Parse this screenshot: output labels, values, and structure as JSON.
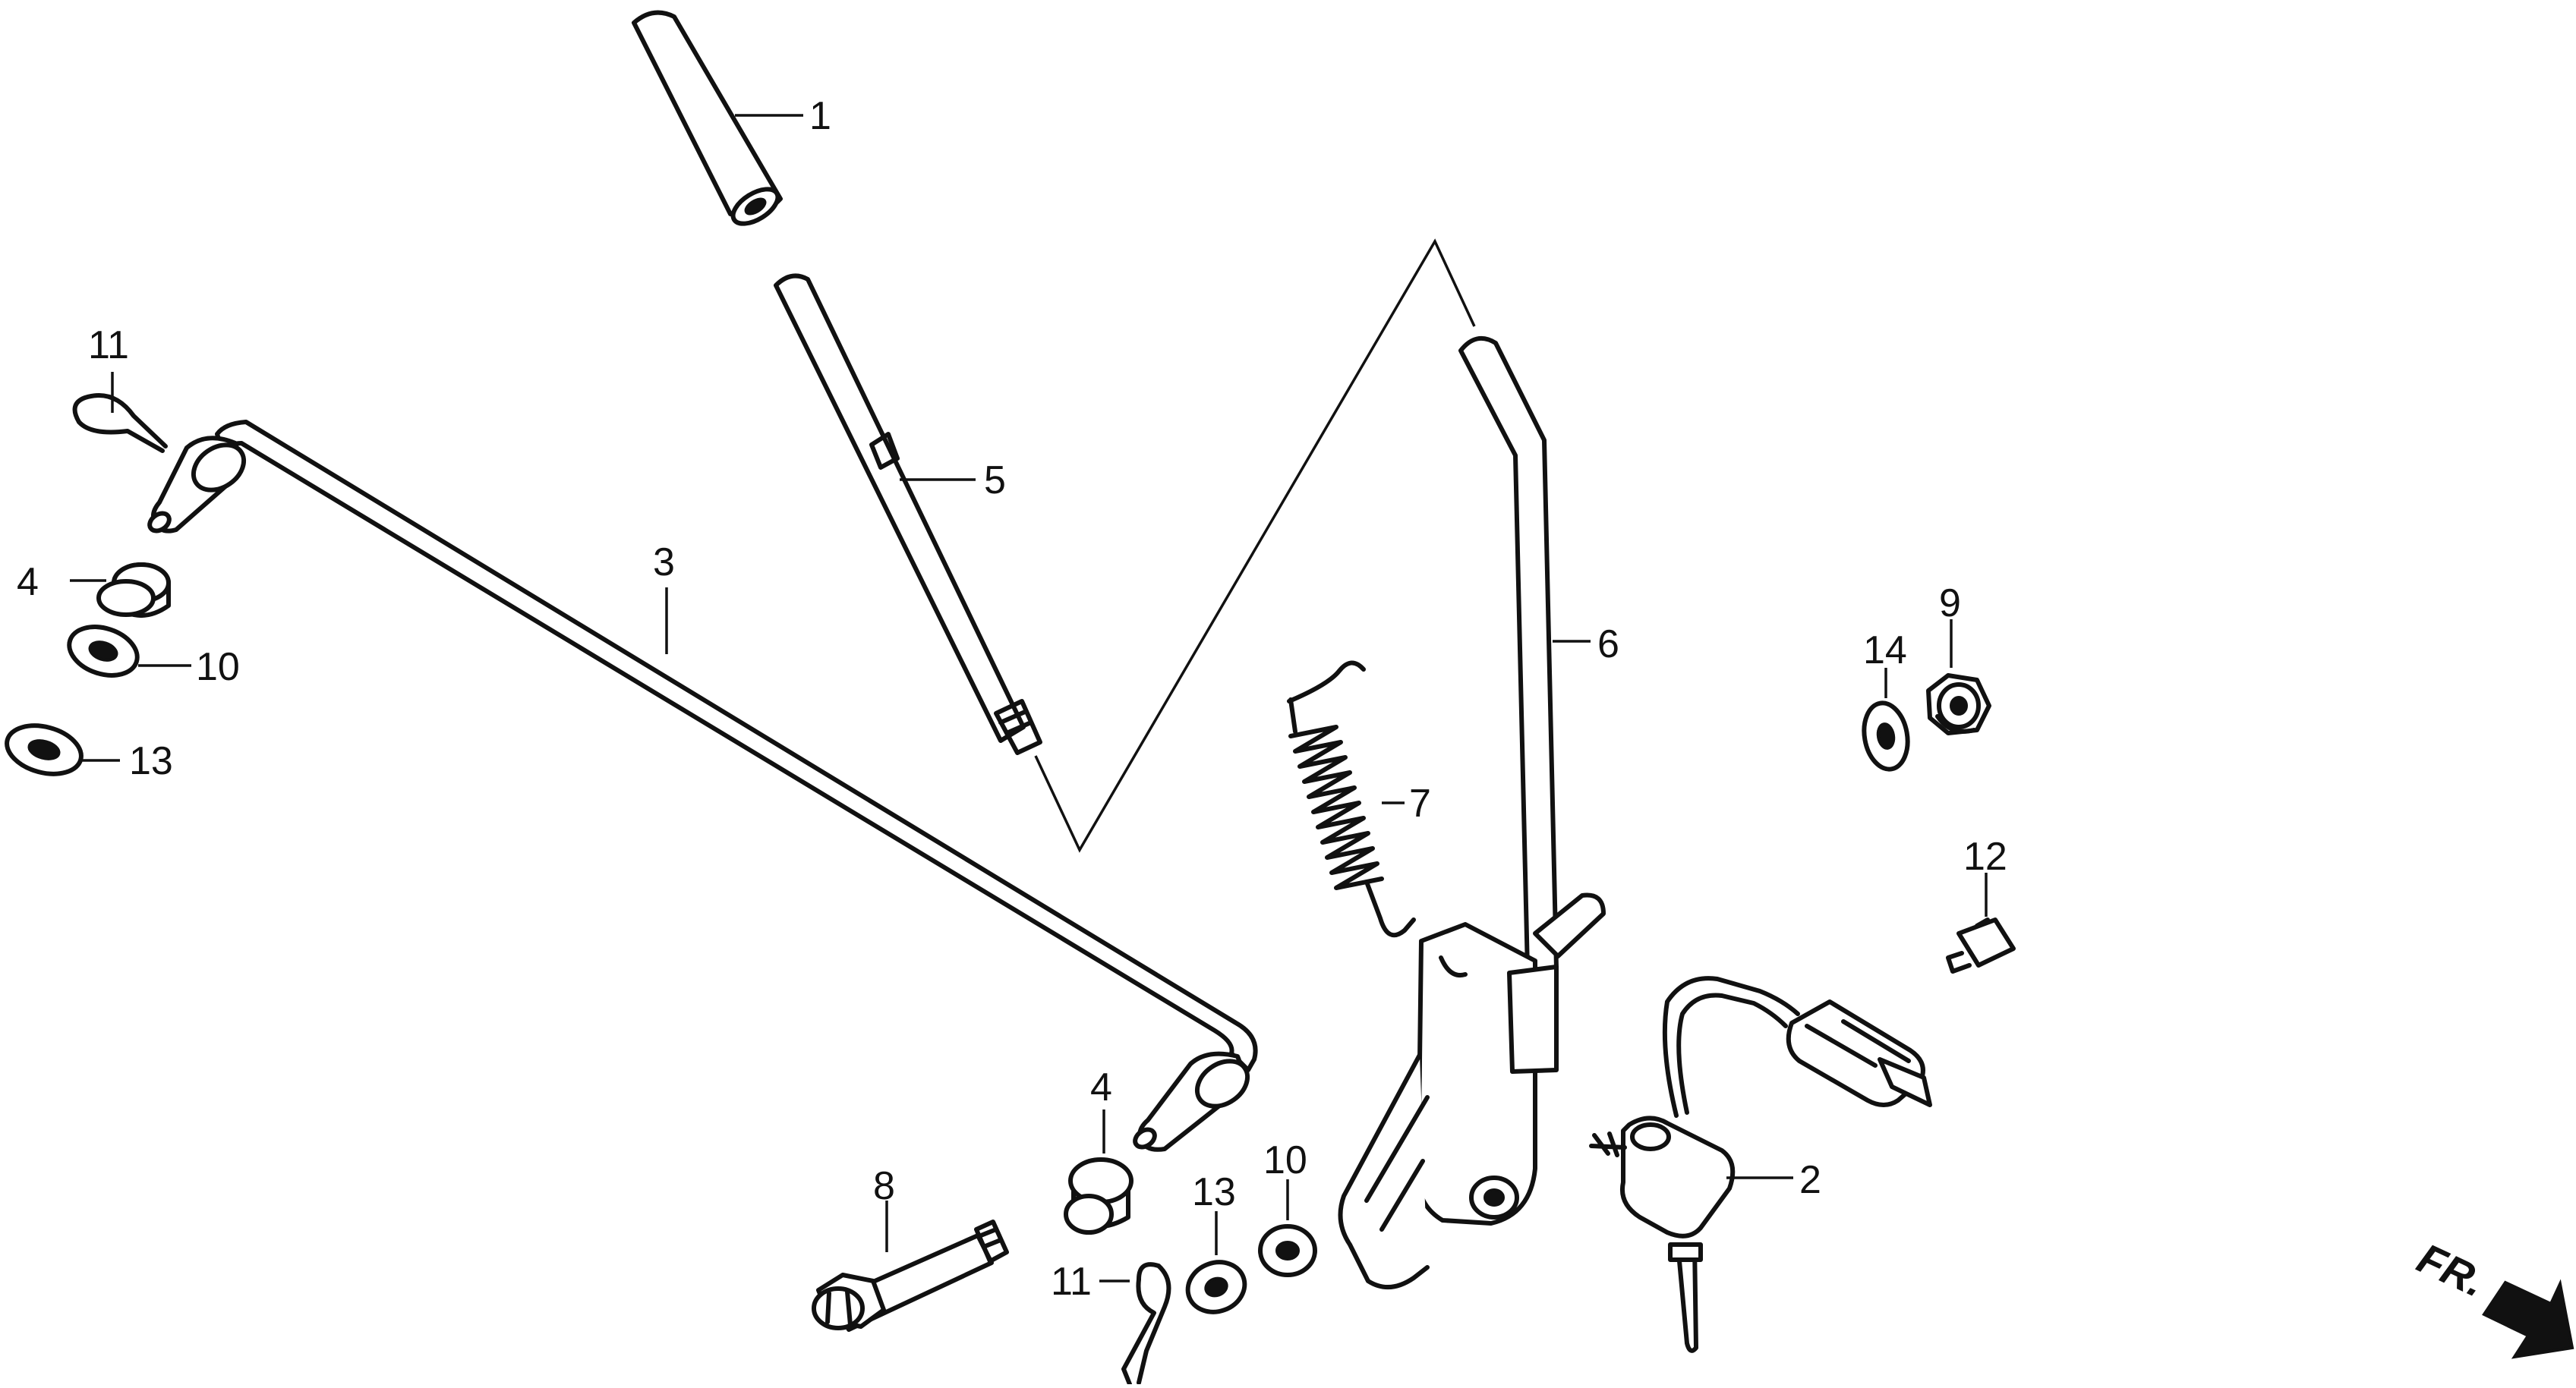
{
  "callouts": {
    "c1": "1",
    "c2": "2",
    "c3": "3",
    "c4a": "4",
    "c4b": "4",
    "c5": "5",
    "c6": "6",
    "c7": "7",
    "c8": "8",
    "c9": "9",
    "c10a": "10",
    "c10b": "10",
    "c11a": "11",
    "c11b": "11",
    "c12": "12",
    "c13a": "13",
    "c13b": "13",
    "c14": "14"
  },
  "direction": {
    "label": "FR.",
    "icon": "front-arrow-icon"
  }
}
